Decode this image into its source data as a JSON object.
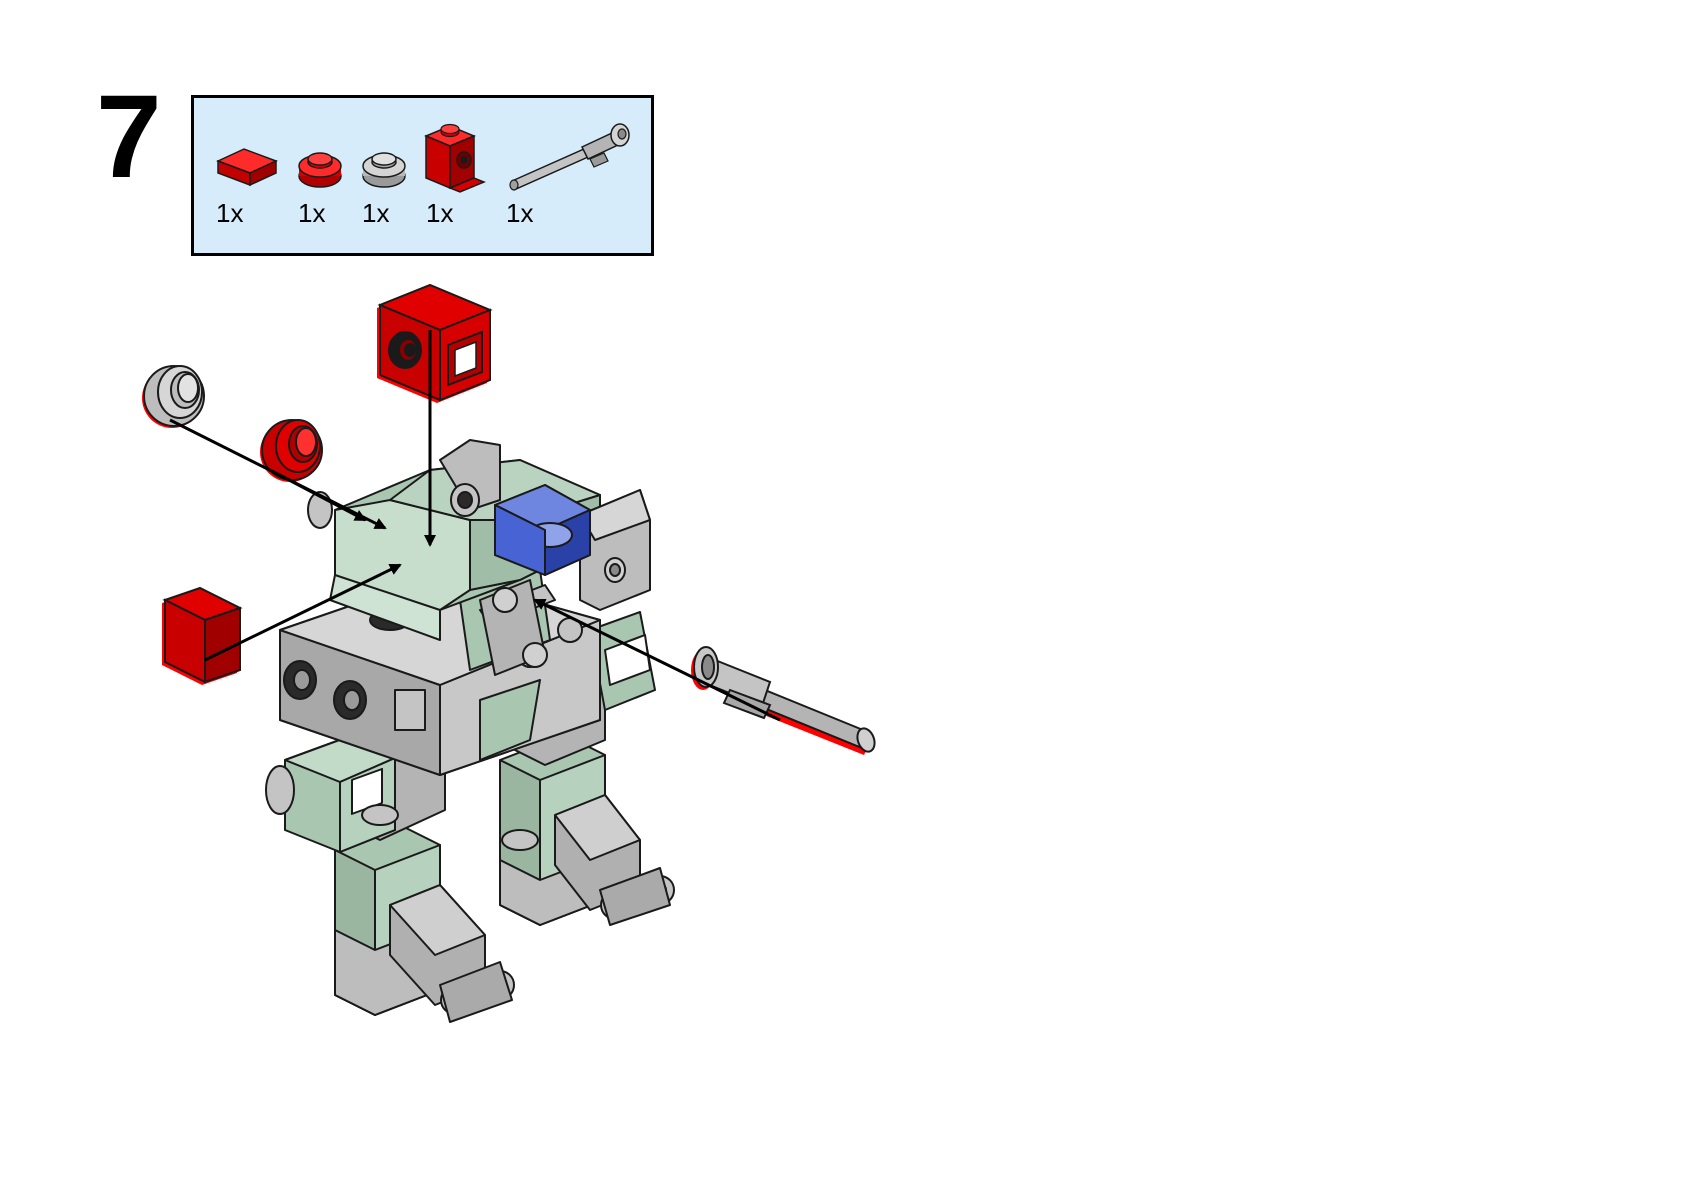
{
  "step": {
    "number": "7"
  },
  "parts_list": {
    "background_color": "#d6ecfa",
    "parts": [
      {
        "name": "red-tile-1x1",
        "color": "#d60000",
        "quantity": "1x"
      },
      {
        "name": "red-round-plate-1x1",
        "color": "#d60000",
        "quantity": "1x"
      },
      {
        "name": "gray-round-plate-1x1",
        "color": "#c8c8c8",
        "quantity": "1x"
      },
      {
        "name": "red-brick-1x1-with-stud-on-side",
        "color": "#d60000",
        "quantity": "1x"
      },
      {
        "name": "gray-bar-with-clip",
        "color": "#c8c8c8",
        "quantity": "1x"
      }
    ]
  },
  "colors": {
    "red": "#d60000",
    "light_gray": "#c4c4c4",
    "dark_gray": "#8a8a8a",
    "sand_green": "#a9c6b0",
    "trans_blue": "#3a55c8",
    "outline": "#1a1a1a"
  }
}
